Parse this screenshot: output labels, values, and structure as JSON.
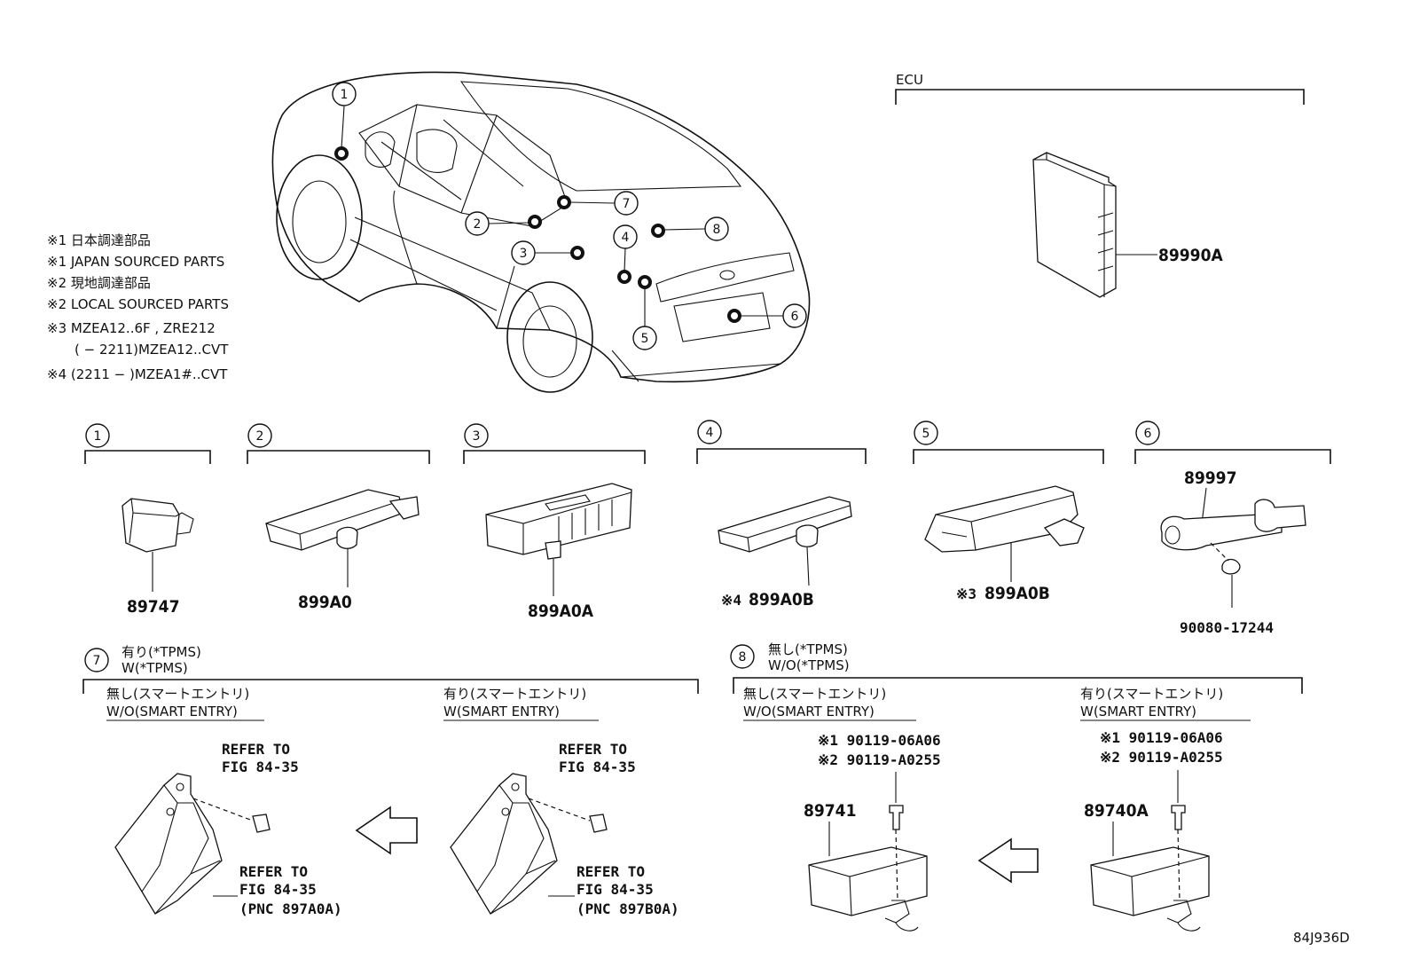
{
  "notes": [
    "※1 日本調達部品",
    "※1 JAPAN SOURCED PARTS",
    "※2 現地調達部品",
    "※2 LOCAL SOURCED PARTS",
    "※3 MZEA12..6F , ZRE212",
    "( − 2211)MZEA12..CVT",
    "※4 (2211 −      )MZEA1#..CVT"
  ],
  "ecu": {
    "label": "ECU",
    "part": "89990A"
  },
  "callouts": [
    "1",
    "2",
    "3",
    "4",
    "5",
    "6",
    "7",
    "8"
  ],
  "parts": {
    "p1": "89747",
    "p2": "899A0",
    "p3": "899A0A",
    "p4_mark": "※4",
    "p4": "899A0B",
    "p5_mark": "※3",
    "p5": "899A0B",
    "p6a": "89997",
    "p6b": "90080-17244"
  },
  "section7": {
    "title_jp": "有り(*TPMS)",
    "title_en": "W(*TPMS)",
    "left_jp": "無し(スマートエントリ)",
    "left_en": "W/O(SMART ENTRY)",
    "right_jp": "有り(スマートエントリ)",
    "right_en": "W(SMART ENTRY)",
    "refer1": "REFER TO",
    "refer1b": "FIG 84-35",
    "refer2": "REFER TO",
    "refer2b": "FIG 84-35",
    "pnc_left": "(PNC 897A0A)",
    "pnc_right": "(PNC 897B0A)"
  },
  "section8": {
    "title_jp": "無し(*TPMS)",
    "title_en": "W/O(*TPMS)",
    "left_jp": "無し(スマートエントリ)",
    "left_en": "W/O(SMART ENTRY)",
    "right_jp": "有り(スマートエントリ)",
    "right_en": "W(SMART ENTRY)",
    "bolt1": "※1 90119-06A06",
    "bolt2": "※2 90119-A0255",
    "part_left": "89741",
    "part_right": "89740A"
  },
  "figure_code": "84J936D"
}
